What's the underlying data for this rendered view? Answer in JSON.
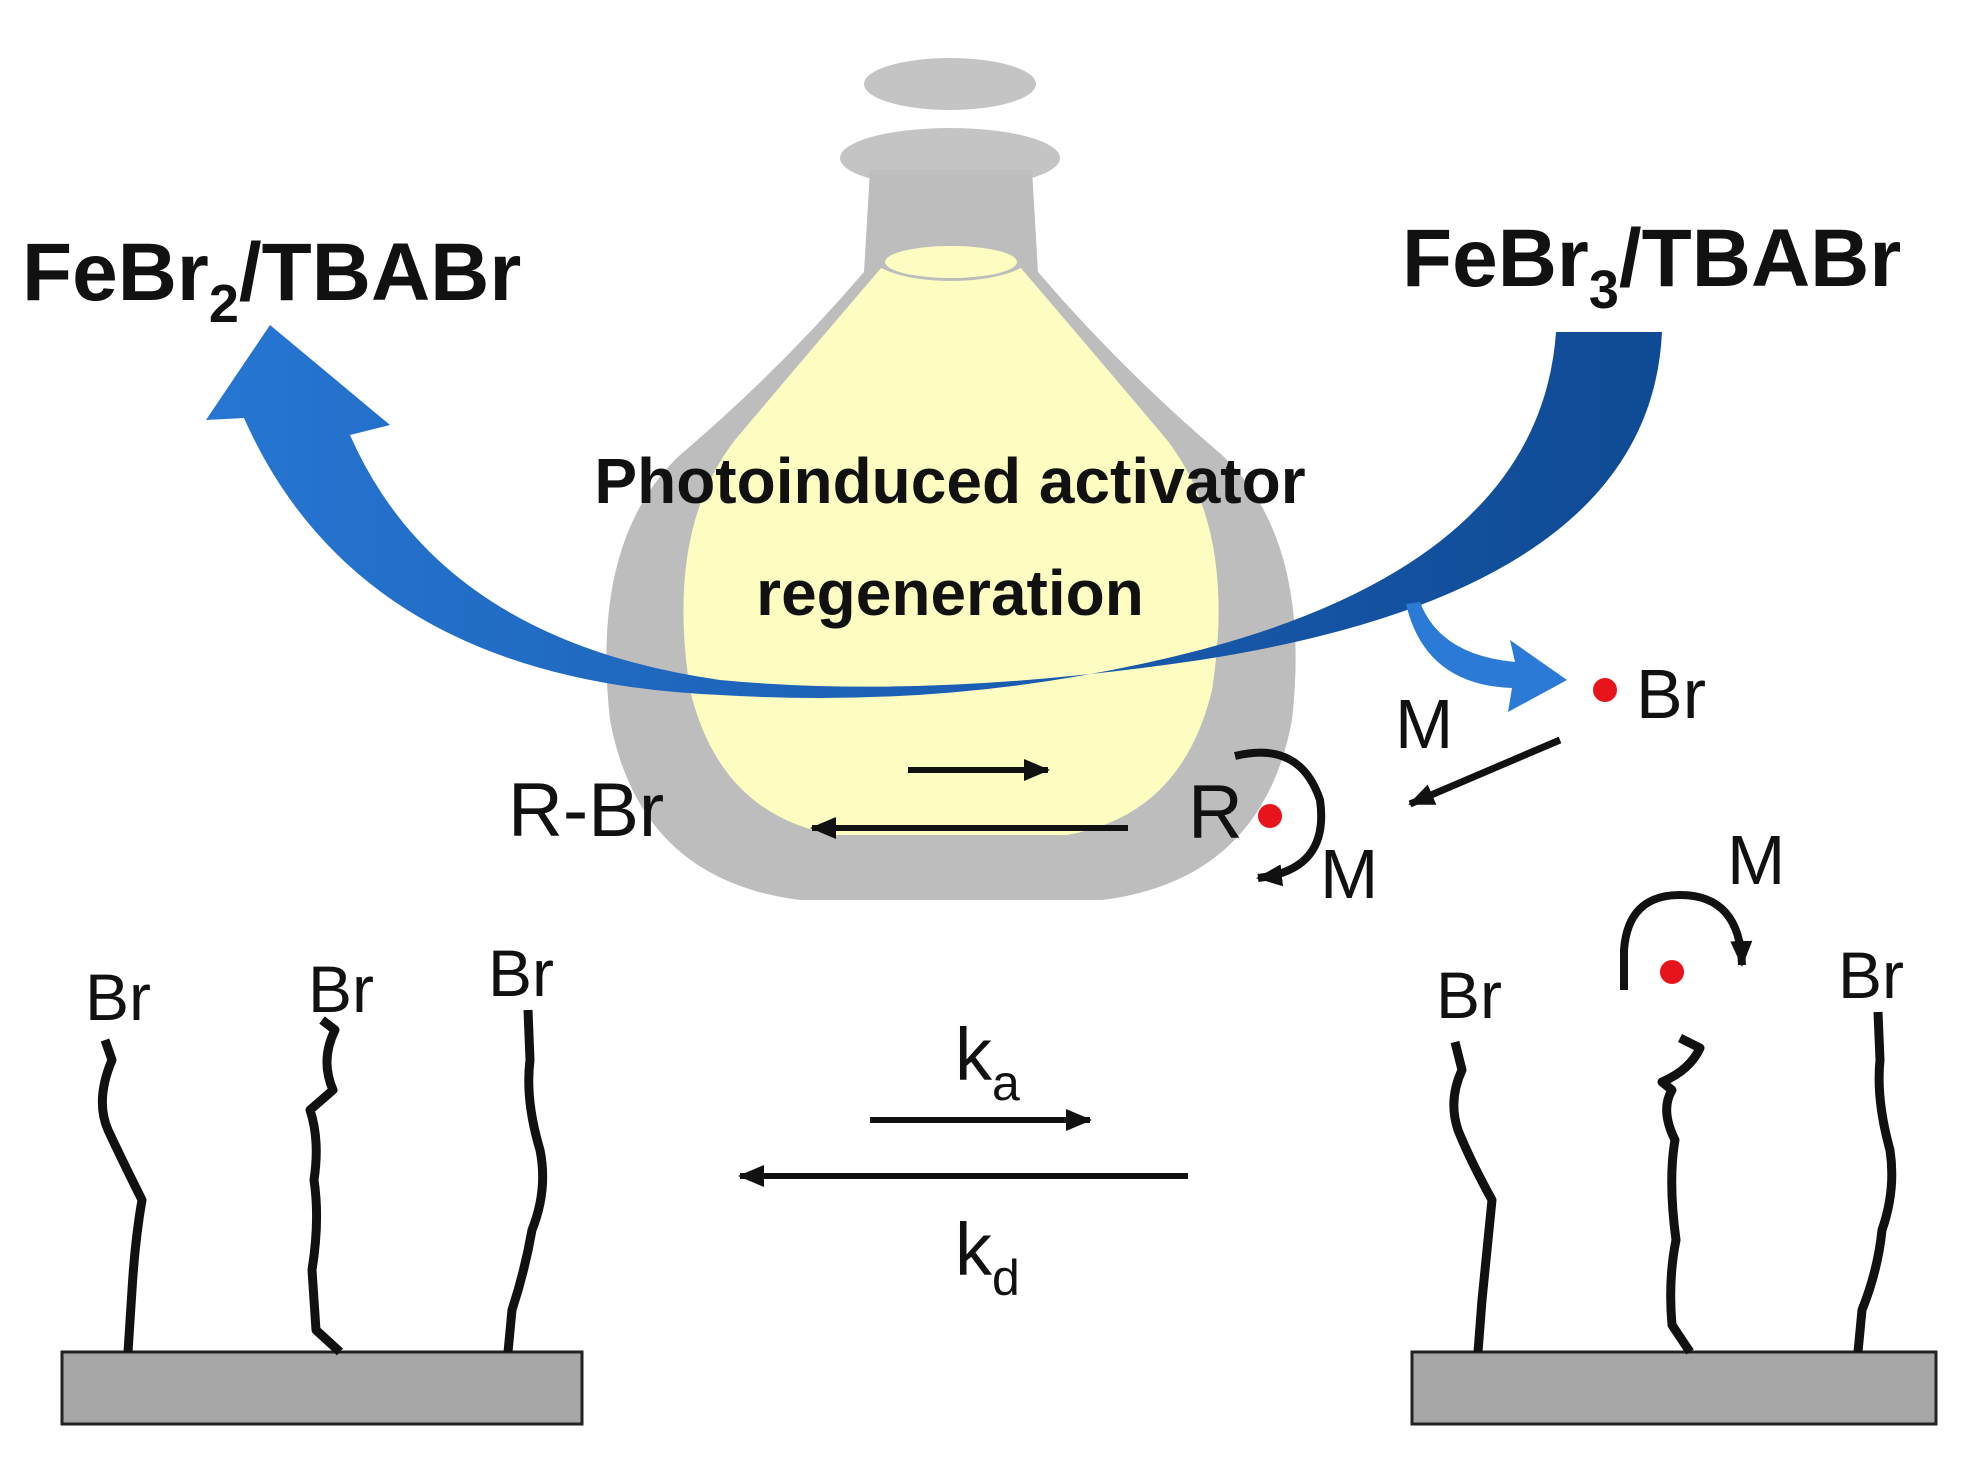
{
  "reagents": {
    "left_base": "FeBr",
    "left_sub": "2",
    "left_tail": "/TBABr",
    "right_base": "FeBr",
    "right_sub": "3",
    "right_tail": "/TBABr"
  },
  "process": {
    "line1": "Photoinduced activator",
    "line2": "regeneration"
  },
  "species": {
    "radical_br": "Br",
    "monomer": "M",
    "initiator": "R-Br",
    "radical_r": "R"
  },
  "surface": {
    "bromine": "Br",
    "monomer": "M"
  },
  "rates": {
    "activation_base": "k",
    "activation_sub": "a",
    "deactivation_base": "k",
    "deactivation_sub": "d"
  },
  "colors": {
    "arrow_blue": "#1a62b8",
    "flask_gray": "#bdbdbd",
    "solution_yellow": "#fdfdc2",
    "radical_red": "#e8141b",
    "substrate_gray": "#a6a6a6"
  }
}
